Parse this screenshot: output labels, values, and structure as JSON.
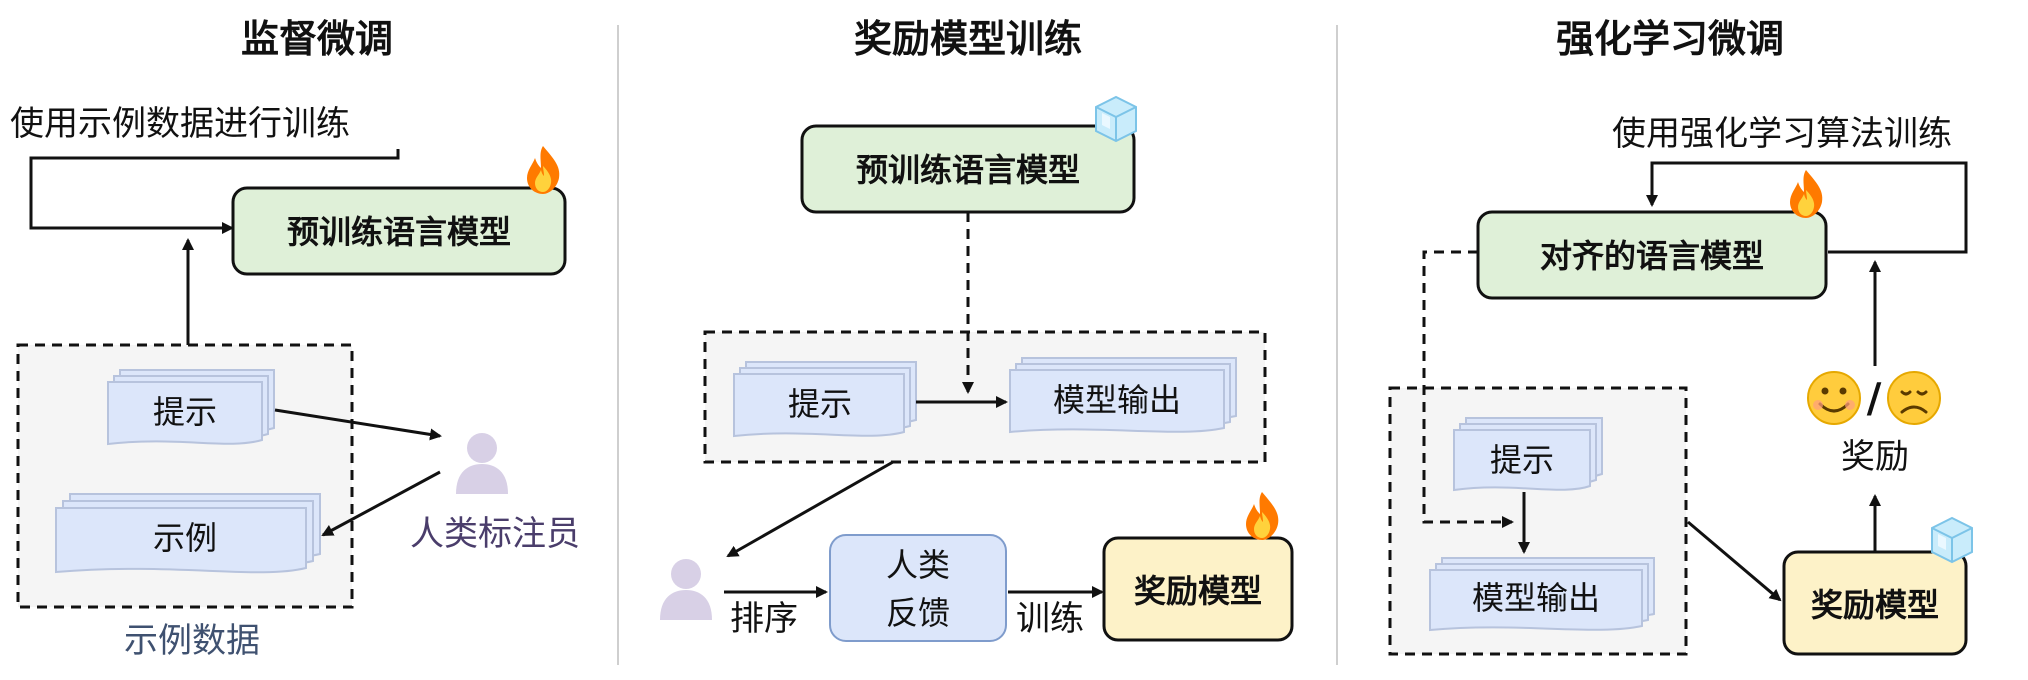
{
  "colors": {
    "green_box": "#dff0d8",
    "yellow_box": "#fdf2c8",
    "blue_doc": "#dce6fa",
    "dashed_region": "#f5f5f5",
    "person": "#d8d0e6",
    "fire": "#ff8a00",
    "ice": "#9fd8f5"
  },
  "icons": {
    "trainable": "fire-icon",
    "frozen": "ice-cube-icon",
    "annotator": "person-icon",
    "reward_good": "smiling-face-icon",
    "reward_bad": "disappointed-face-icon"
  },
  "sft": {
    "title": "监督微调",
    "loop_label": "使用示例数据进行训练",
    "model": "预训练语言模型",
    "prompt": "提示",
    "demo": "示例",
    "annotator": "人类标注员",
    "data_label": "示例数据"
  },
  "rm": {
    "title": "奖励模型训练",
    "model": "预训练语言模型",
    "prompt": "提示",
    "output": "模型输出",
    "rank_label": "排序",
    "feedback_line1": "人类",
    "feedback_line2": "反馈",
    "train_label": "训练",
    "reward_model": "奖励模型"
  },
  "rl": {
    "title": "强化学习微调",
    "loop_label": "使用强化学习算法训练",
    "model": "对齐的语言模型",
    "prompt": "提示",
    "output": "模型输出",
    "reward_label": "奖励",
    "slash": "/",
    "reward_model": "奖励模型"
  }
}
